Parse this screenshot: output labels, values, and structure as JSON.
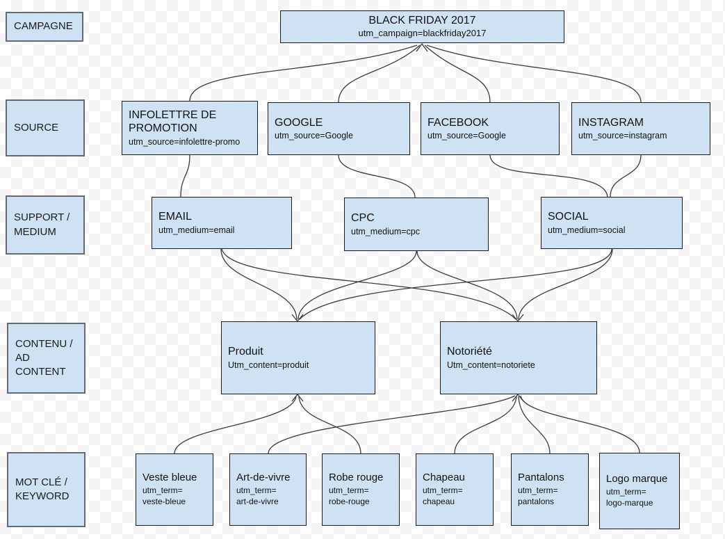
{
  "colors": {
    "node_fill": "#cfe2f3",
    "node_border": "#1a1a1a",
    "label_border": "#626b71",
    "connector": "#3a3a3a",
    "checker_light": "#ffffff",
    "checker_dark": "#f5f5f6"
  },
  "row_labels": [
    {
      "id": "campagne",
      "lines": [
        "CAMPAGNE"
      ]
    },
    {
      "id": "source",
      "lines": [
        "SOURCE"
      ]
    },
    {
      "id": "support-medium",
      "lines": [
        "SUPPORT /",
        "MEDIUM"
      ]
    },
    {
      "id": "contenu-ad-content",
      "lines": [
        "CONTENU /",
        "AD",
        "CONTENT"
      ]
    },
    {
      "id": "mot-cle-keyword",
      "lines": [
        "MOT CLÉ /",
        "KEYWORD"
      ]
    }
  ],
  "nodes": {
    "campaign": {
      "title": "BLACK FRIDAY 2017",
      "code": "utm_campaign=blackfriday2017"
    },
    "sources": [
      {
        "title": "INFOLETTRE DE PROMOTION",
        "code": "utm_source=infolettre-promo"
      },
      {
        "title": "GOOGLE",
        "code": "utm_source=Google"
      },
      {
        "title": "FACEBOOK",
        "code": "utm_source=Google"
      },
      {
        "title": "INSTAGRAM",
        "code": "utm_source=instagram"
      }
    ],
    "mediums": [
      {
        "title": "EMAIL",
        "code": "utm_medium=email"
      },
      {
        "title": "CPC",
        "code": "utm_medium=cpc"
      },
      {
        "title": "SOCIAL",
        "code": "utm_medium=social"
      }
    ],
    "contents": [
      {
        "title": "Produit",
        "code": "Utm_content=produit"
      },
      {
        "title": "Notoriété",
        "code": "Utm_content=notoriete"
      }
    ],
    "keywords": [
      {
        "title": "Veste bleue",
        "code1": "utm_term=",
        "code2": "veste-bleue"
      },
      {
        "title": "Art-de-vivre",
        "code1": "utm_term=",
        "code2": "art-de-vivre"
      },
      {
        "title": "Robe rouge",
        "code1": "utm_term=",
        "code2": "robe-rouge"
      },
      {
        "title": "Chapeau",
        "code1": "utm_term=",
        "code2": "chapeau"
      },
      {
        "title": "Pantalons",
        "code1": "utm_term=",
        "code2": "pantalons"
      },
      {
        "title": "Logo marque",
        "code1": "utm_term=",
        "code2": "logo-marque"
      }
    ]
  }
}
